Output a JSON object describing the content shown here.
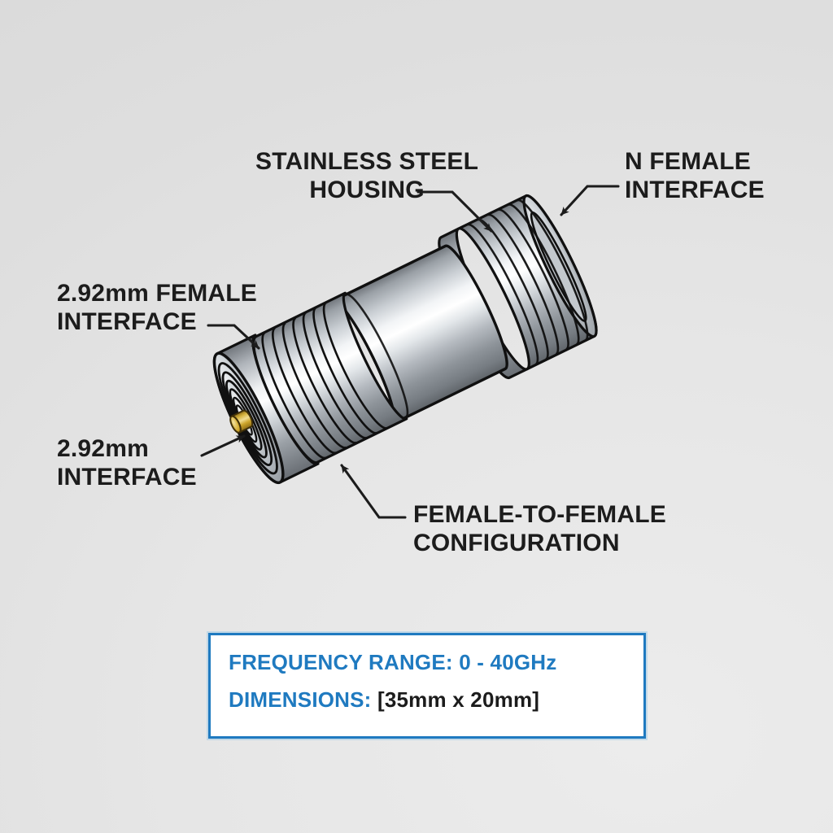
{
  "diagram": {
    "subject": "2.92mm female to N female coaxial adapter",
    "background_color": "#e4e4e4",
    "accent_color": "#1f7ac0",
    "body_color": "#b9bcc0",
    "pin_color": "#c9a227"
  },
  "callouts": [
    {
      "id": "housing",
      "line1": "STAINLESS STEEL",
      "line2": "HOUSING"
    },
    {
      "id": "nfemale",
      "line1": "N FEMALE",
      "line2": "INTERFACE"
    },
    {
      "id": "f292",
      "line1": "2.92mm FEMALE",
      "line2": "INTERFACE"
    },
    {
      "id": "i292",
      "line1": "2.92mm",
      "line2": "INTERFACE"
    },
    {
      "id": "f2f",
      "line1": "FEMALE-TO-FEMALE",
      "line2": "CONFIGURATION"
    }
  ],
  "spec_box": {
    "frequency_label": "FREQUENCY RANGE:",
    "frequency_value": "0 - 40GHz",
    "dimensions_label": "DIMENSIONS:",
    "dimensions_value": "[35mm x 20mm]"
  }
}
